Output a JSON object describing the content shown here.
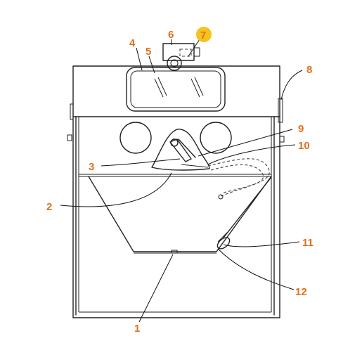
{
  "diagram": {
    "callouts": [
      {
        "id": "1",
        "label": "1"
      },
      {
        "id": "2",
        "label": "2"
      },
      {
        "id": "3",
        "label": "3"
      },
      {
        "id": "4",
        "label": "4"
      },
      {
        "id": "5",
        "label": "5"
      },
      {
        "id": "6",
        "label": "6"
      },
      {
        "id": "7",
        "label": "7",
        "highlighted": true
      },
      {
        "id": "8",
        "label": "8"
      },
      {
        "id": "9",
        "label": "9"
      },
      {
        "id": "10",
        "label": "10"
      },
      {
        "id": "11",
        "label": "11"
      },
      {
        "id": "12",
        "label": "12"
      }
    ],
    "colors": {
      "callout_text": "#e0701c",
      "highlight": "#f6c21c",
      "line": "#222222"
    }
  }
}
